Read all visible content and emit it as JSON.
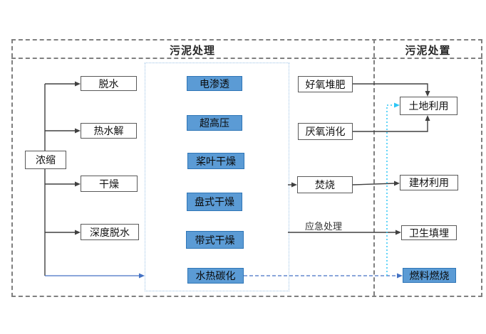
{
  "diagram": {
    "sections": {
      "treatment_title": "污泥处理",
      "disposal_title": "污泥处置"
    },
    "nodes": {
      "concentration": "浓缩",
      "dewatering": "脱水",
      "thermal_hydrolysis": "热水解",
      "drying": "干燥",
      "deep_dewatering": "深度脱水",
      "electro_osmosis": "电渗透",
      "ultra_high_pressure": "超高压",
      "paddle_drying": "桨叶干燥",
      "disc_drying": "盘式干燥",
      "belt_drying": "带式干燥",
      "hydrothermal_carbonization": "水热碳化",
      "aerobic_composting": "好氧堆肥",
      "anaerobic_digestion": "厌氧消化",
      "incineration": "焚烧",
      "land_use": "土地利用",
      "building_material_use": "建材利用",
      "sanitary_landfill": "卫生填埋",
      "fuel_combustion": "燃料燃烧"
    },
    "labels": {
      "emergency_treatment": "应急处理"
    },
    "colors": {
      "blue_box_fill": "#5B9BD5",
      "blue_box_border": "#2E75B6",
      "white_box_border": "#595959",
      "frame_dashed": "#7F7F7F",
      "inner_frame_dotted": "#9DC3E6",
      "connector_black": "#404040",
      "connector_blue": "#4472C4",
      "connector_cyan": "#2EC6F5"
    }
  }
}
